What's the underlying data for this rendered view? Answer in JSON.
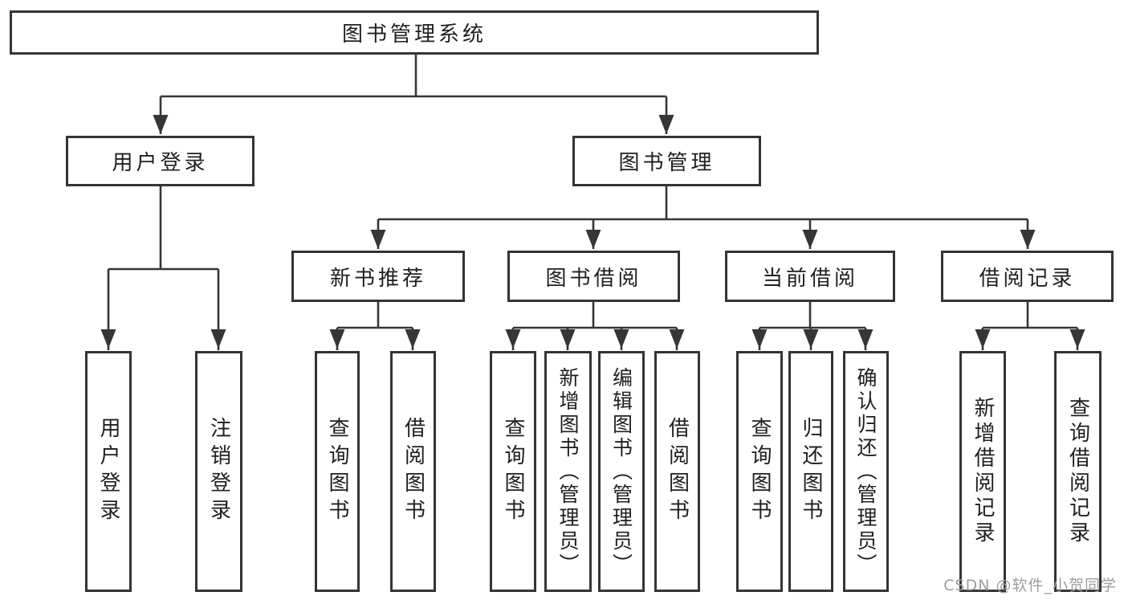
{
  "diagram_title": "图书管理系统",
  "watermark": {
    "text": "CSDN @软件_小贺同学"
  },
  "tree": {
    "label": "图书管理系统",
    "children": [
      {
        "label": "用户登录",
        "children": [
          {
            "label": "用户登录"
          },
          {
            "label": "注销登录"
          }
        ]
      },
      {
        "label": "图书管理",
        "children": [
          {
            "label": "新书推荐",
            "children": [
              {
                "label": "查询图书"
              },
              {
                "label": "借阅图书"
              }
            ]
          },
          {
            "label": "图书借阅",
            "children": [
              {
                "label": "查询图书"
              },
              {
                "label": "新增图书（管理员）"
              },
              {
                "label": "编辑图书（管理员）"
              },
              {
                "label": "借阅图书"
              }
            ]
          },
          {
            "label": "当前借阅",
            "children": [
              {
                "label": "查询图书"
              },
              {
                "label": "归还图书"
              },
              {
                "label": "确认归还（管理员）"
              }
            ]
          },
          {
            "label": "借阅记录",
            "children": [
              {
                "label": "新增借阅记录"
              },
              {
                "label": "查询借阅记录"
              }
            ]
          }
        ]
      }
    ]
  }
}
